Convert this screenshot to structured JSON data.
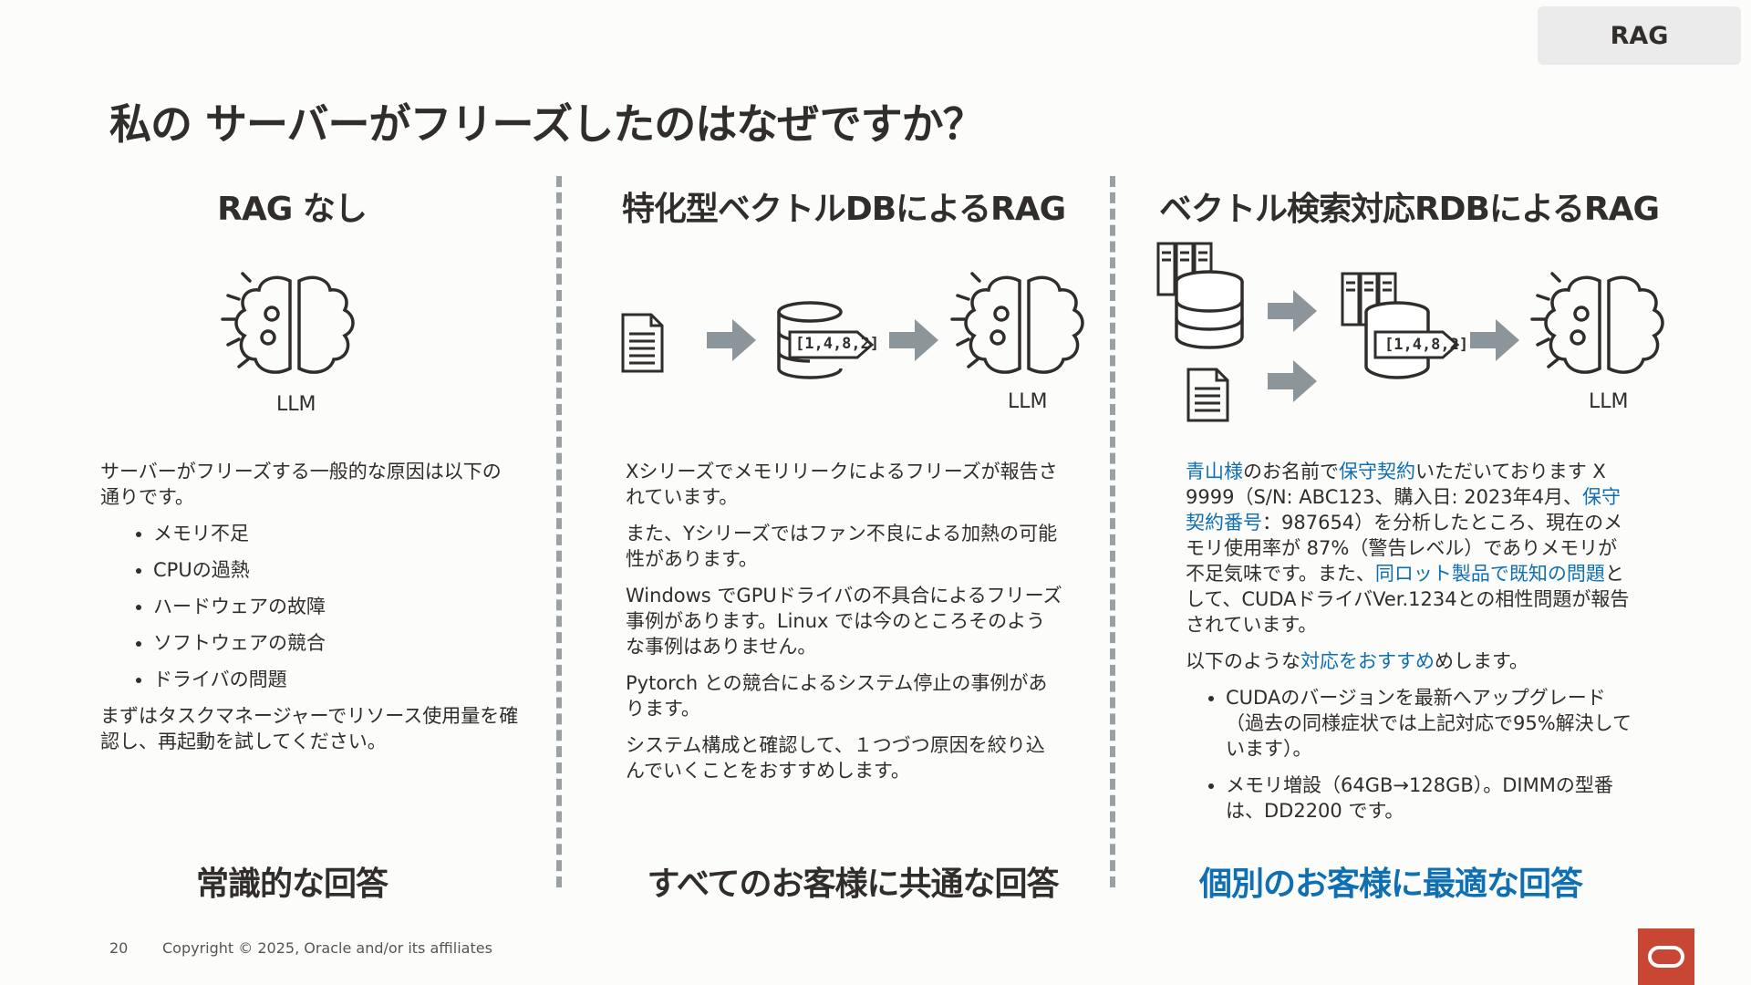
{
  "header": {
    "tag": "RAG",
    "title": "私の サーバーがフリーズしたのはなぜですか？"
  },
  "columns": [
    {
      "heading": "RAG なし",
      "llm_label": "LLM",
      "intro": "サーバーがフリーズする一般的な原因は以下の通りです。",
      "bullets": [
        "メモリ不足",
        "CPUの過熱",
        "ハードウェアの故障",
        "ソフトウェアの競合",
        "ドライバの問題"
      ],
      "closing": "まずはタスクマネージャーでリソース使用量を確認し、再起動を試してください。",
      "answer": "常識的な回答"
    },
    {
      "heading": "特化型ベクトルDBによるRAG",
      "llm_label": "LLM",
      "vector_label": "[1,4,8,2]",
      "paragraphs": [
        "Xシリーズでメモリリークによるフリーズが報告されています。",
        "また、Yシリーズではファン不良による加熱の可能性があります。",
        "Windows でGPUドライバの不具合によるフリーズ事例があります。Linux では今のところそのような事例はありません。",
        "Pytorch との競合によるシステム停止の事例があります。",
        "システム構成と確認して、１つづつ原因を絞り込んでいくことをおすすめします。"
      ],
      "answer": "すべてのお客様に共通な回答"
    },
    {
      "heading": "ベクトル検索対応RDBによるRAG",
      "llm_label": "LLM",
      "vector_label": "[1,4,8,2]",
      "p1": {
        "s1": "青山様",
        "s2": "のお名前で",
        "s3": "保守契約",
        "s4": "いただいております X 9999（S/N: ABC123、購入日: 2023年4月、",
        "s5": "保守契約番号",
        "s6": "：987654）を分析したところ、現在のメモリ使用率が 87%（警告レベル）でありメモリが不足気味です。また、",
        "s7": "同ロット製品で既知の問題",
        "s8": "として、CUDAドライバVer.1234との相性問題が報告されています。"
      },
      "p2": {
        "s1": "以下のような",
        "s2": "対応をおすすめ",
        "s3": "めします。"
      },
      "bullets": [
        "CUDAのバージョンを最新へアップグレード（過去の同様症状では上記対応で95%解決しています）。",
        "メモリ増設（64GB→128GB）。DIMMの型番は、DD2200 です。"
      ],
      "answer": "個別のお客様に最適な回答"
    }
  ],
  "footer": {
    "page": "20",
    "copyright": "Copyright © 2025, Oracle and/or its affiliates"
  },
  "colors": {
    "accent_blue": "#0f6fb3",
    "oracle_red": "#c74634",
    "arrow_gray": "#8c9599"
  }
}
